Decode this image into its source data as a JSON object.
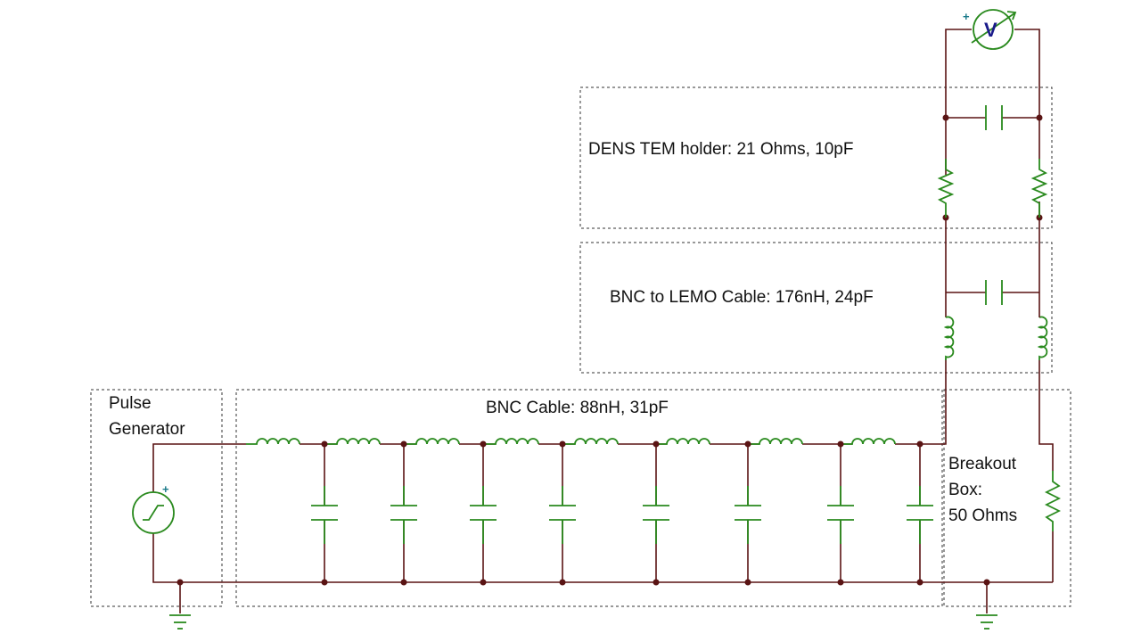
{
  "labels": {
    "pulse_generator_line1": "Pulse",
    "pulse_generator_line2": "Generator",
    "bnc_cable": "BNC Cable: 88nH, 31pF",
    "bnc_lemo_cable": "BNC to LEMO Cable: 176nH, 24pF",
    "dens_holder": "DENS TEM holder: 21 Ohms, 10pF",
    "breakout_line1": "Breakout",
    "breakout_line2": "Box:",
    "breakout_line3": "50 Ohms",
    "voltmeter": "V",
    "plus": "+"
  },
  "components": {
    "bnc_cable_inductors": 8,
    "bnc_cable_capacitors": 8,
    "lemo_cable_inductors": 2,
    "lemo_cable_capacitors": 1,
    "holder_resistors": 2,
    "holder_capacitors": 1,
    "breakout_resistors": 1,
    "grounds": 2
  },
  "colors": {
    "wire": "#5a1414",
    "component": "#2a8a1e",
    "polarity": "#1a7a8a",
    "voltmeter_text": "#1a1a8a"
  },
  "icons": {
    "source": "pulse-source-icon",
    "meter": "voltmeter-icon",
    "ground": "ground-icon"
  }
}
